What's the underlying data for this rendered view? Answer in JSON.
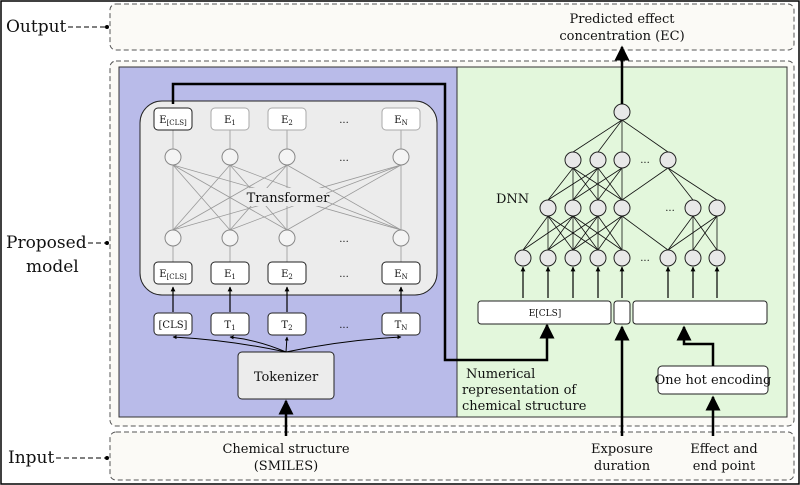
{
  "rows": {
    "output_label": "Output",
    "model_label_line1": "Proposed",
    "model_label_line2": "model",
    "input_label": "Input"
  },
  "output": {
    "line1": "Predicted effect",
    "line2": "concentration (EC)"
  },
  "left_panel": {
    "transformer_label": "Transformer",
    "top_tokens": [
      "E[CLS]",
      "E1",
      "E2",
      "...",
      "EN"
    ],
    "mid_tokens": [
      "E[CLS]",
      "E1",
      "E2",
      "...",
      "EN"
    ],
    "input_tokens": [
      "[CLS]",
      "T1",
      "T2",
      "...",
      "TN"
    ],
    "tokenizer_label": "Tokenizer",
    "input_line1": "Chemical structure",
    "input_line2": "(SMILES)"
  },
  "right_panel": {
    "dnn_label": "DNN",
    "ecls_label": "E[CLS]",
    "one_hot_label": "One hot encoding",
    "numerical_line1": "Numerical",
    "numerical_line2": "representation of",
    "numerical_line3": "chemical structure",
    "exposure_line1": "Exposure",
    "exposure_line2": "duration",
    "effect_line1": "Effect and",
    "effect_line2": "end point",
    "dots": "..."
  },
  "colors": {
    "left_panel_bg": "#b9bbe9",
    "right_panel_bg": "#e3f7dc",
    "transformer_bg": "#ececec",
    "box_bg": "#ffffff",
    "row_bg": "#fbfaf6"
  }
}
